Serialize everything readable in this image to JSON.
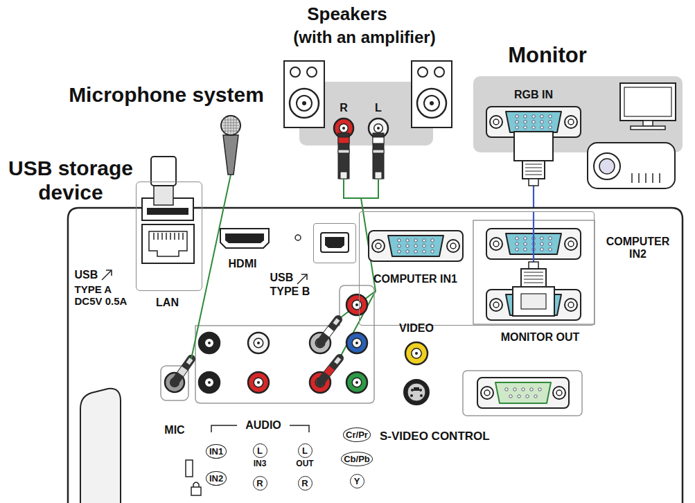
{
  "diagram": {
    "nodes": [
      {
        "text": [
          "Speakers",
          "(with an amplifier)",
          "R",
          "L"
        ]
      },
      {
        "text": [
          "Monitor",
          "RGB IN"
        ]
      },
      {
        "text": [
          "USB",
          "TYPE A DC5V 0.5A",
          "LAN"
        ]
      },
      {
        "text": [
          "USB",
          "TYPE B"
        ]
      },
      {
        "text": [
          "COMPUTER IN1",
          "COMPUTER IN2",
          "MONITOR OUT"
        ]
      },
      {
        "text": [
          "IN1"
        ]
      },
      {
        "text": [
          "IN2"
        ]
      },
      {
        "text": [
          "L"
        ]
      },
      {
        "text": [
          "R"
        ]
      },
      {
        "text": [
          "L"
        ]
      },
      {
        "text": [
          "R"
        ]
      },
      {
        "text": [
          "Cr/Pr"
        ]
      },
      {
        "text": [
          "Cb/Pb"
        ]
      },
      {
        "text": [
          "Y"
        ]
      }
    ],
    "edges": [
      {
        "from": 1,
        "to": 4,
        "arrow": "none"
      }
    ],
    "labels": [
      "Microphone system",
      "USB storage device",
      "HDMI",
      "VIDEO",
      "S-VIDEO CONTROL",
      "MIC",
      "AUDIO",
      "IN3",
      "OUT"
    ]
  }
}
